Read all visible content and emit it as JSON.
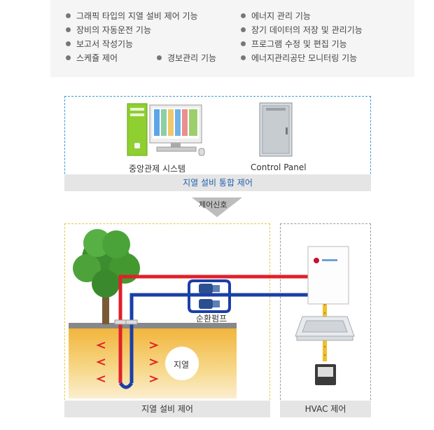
{
  "features": [
    "그래픽 타입의 지열 설비 제어 기능",
    "장비의 자동운전 기능",
    "보고서 작성기능",
    "스케쥴 제어",
    "경보관리 기능",
    "에너지 관리 기능",
    "장기 데이터의 저장 및 관리기능",
    "프로그램 수정 및 편집 기능",
    "에너지관리공단 모니터링 기능"
  ],
  "top_system": {
    "central_label": "중앙관제 시스템",
    "panel_label": "Control Panel",
    "bar_label": "지열 설비 통합 제어"
  },
  "arrow_label": "제어신호",
  "geo": {
    "pump_label": "순환펌프",
    "ground_label": "지열",
    "bar_label": "지열 설비 제어"
  },
  "hvac": {
    "bar_label": "HVAC 제어"
  },
  "colors": {
    "top_border": "#3a9ad9",
    "top_bar_text": "#1f5fb0",
    "yellow_border": "#e6c84a",
    "gray_border": "#9a9a9a",
    "hot_pipe": "#e0202a",
    "cold_pipe": "#1b3fa8",
    "refrigerant_pipe": "#f0bf2a"
  }
}
